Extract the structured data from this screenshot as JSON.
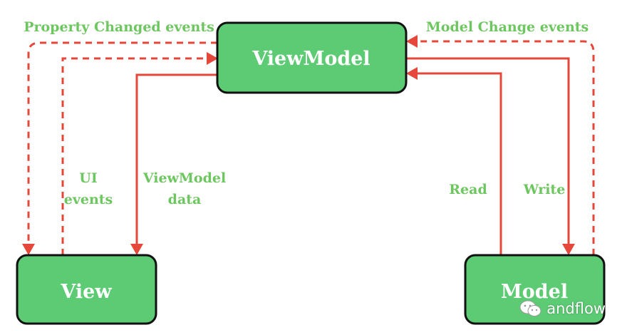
{
  "nodes": {
    "viewmodel": "ViewModel",
    "view": "View",
    "model": "Model"
  },
  "edges": {
    "property_changed": "Property Changed events",
    "model_change": "Model Change events",
    "ui_events_line1": "UI",
    "ui_events_line2": "events",
    "viewmodel_data_line1": "ViewModel",
    "viewmodel_data_line2": "data",
    "read": "Read",
    "write": "Write"
  },
  "watermark": {
    "text": "andflow",
    "icon": "wechat-icon"
  },
  "colors": {
    "node_fill": "#5ccb73",
    "node_border": "#111111",
    "arrow": "#e5483a",
    "label": "#6dc65f"
  }
}
